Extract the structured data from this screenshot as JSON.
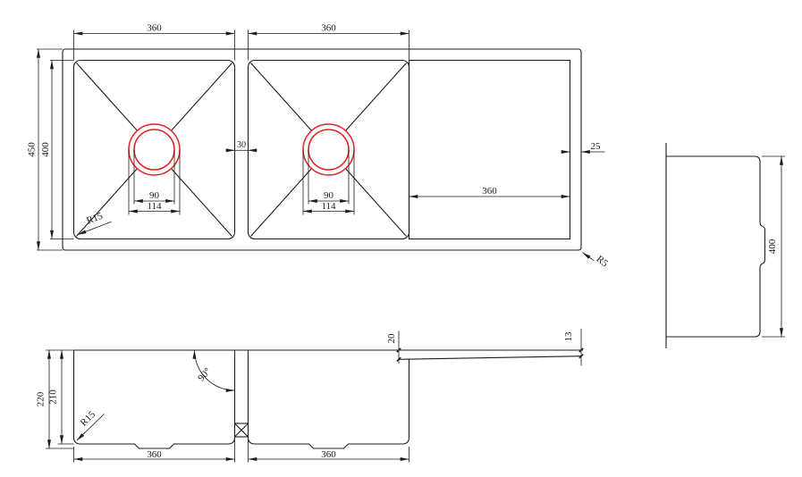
{
  "drawing_colors": {
    "line": "#1c1c1c",
    "drain_highlight": "#e62020",
    "background": "#ffffff"
  },
  "top_view": {
    "bowl1_width": "360",
    "bowl2_width": "360",
    "drainboard_width": "360",
    "overall_depth": "450",
    "inner_depth": "400",
    "divider_gap": "30",
    "wall_thickness": "25",
    "bowl1_drain_inner": "90",
    "bowl1_drain_outer": "114",
    "bowl2_drain_inner": "90",
    "bowl2_drain_outer": "114",
    "bowl_corner_radius": "R15",
    "outer_corner_radius": "R5"
  },
  "front_view": {
    "overall_depth": "220",
    "bowl_depth": "210",
    "bowl1_width": "360",
    "bowl2_width": "360",
    "wall_angle": "90°",
    "drainboard_drop": "20",
    "edge_thickness": "13",
    "bottom_corner_radius": "R15"
  },
  "side_view": {
    "width": "400"
  }
}
